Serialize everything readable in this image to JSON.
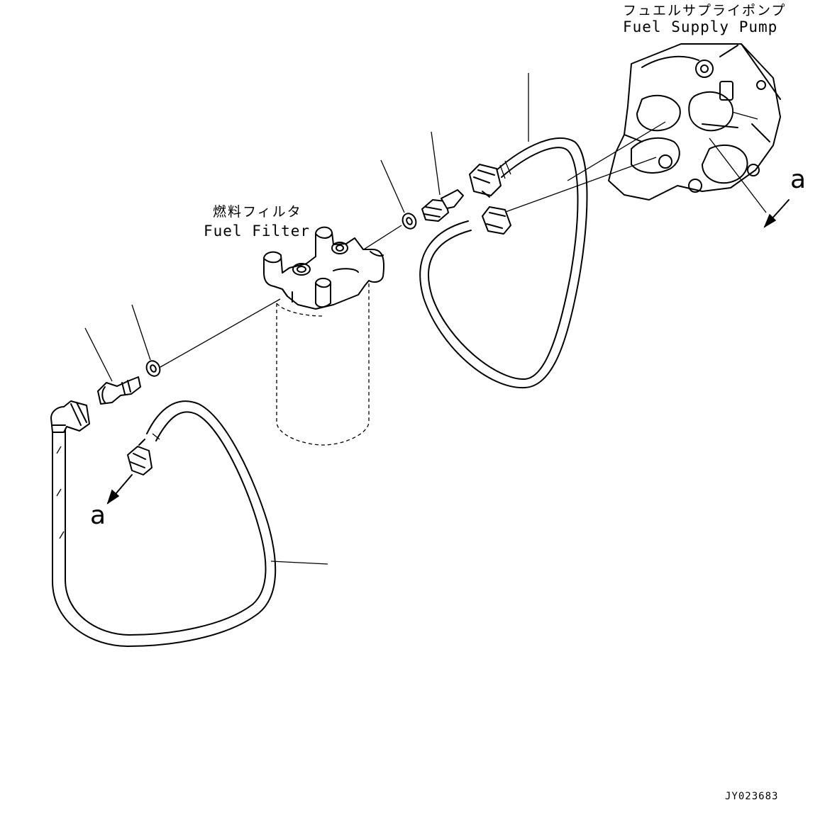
{
  "labels": {
    "fuel_supply_pump_jp": "フュエルサプライポンプ",
    "fuel_supply_pump_en": "Fuel Supply Pump",
    "fuel_filter_jp": "燃料フィルタ",
    "fuel_filter_en": "Fuel Filter",
    "view_marker_a_right": "a",
    "view_marker_a_left": "a",
    "drawing_code": "JY023683"
  }
}
